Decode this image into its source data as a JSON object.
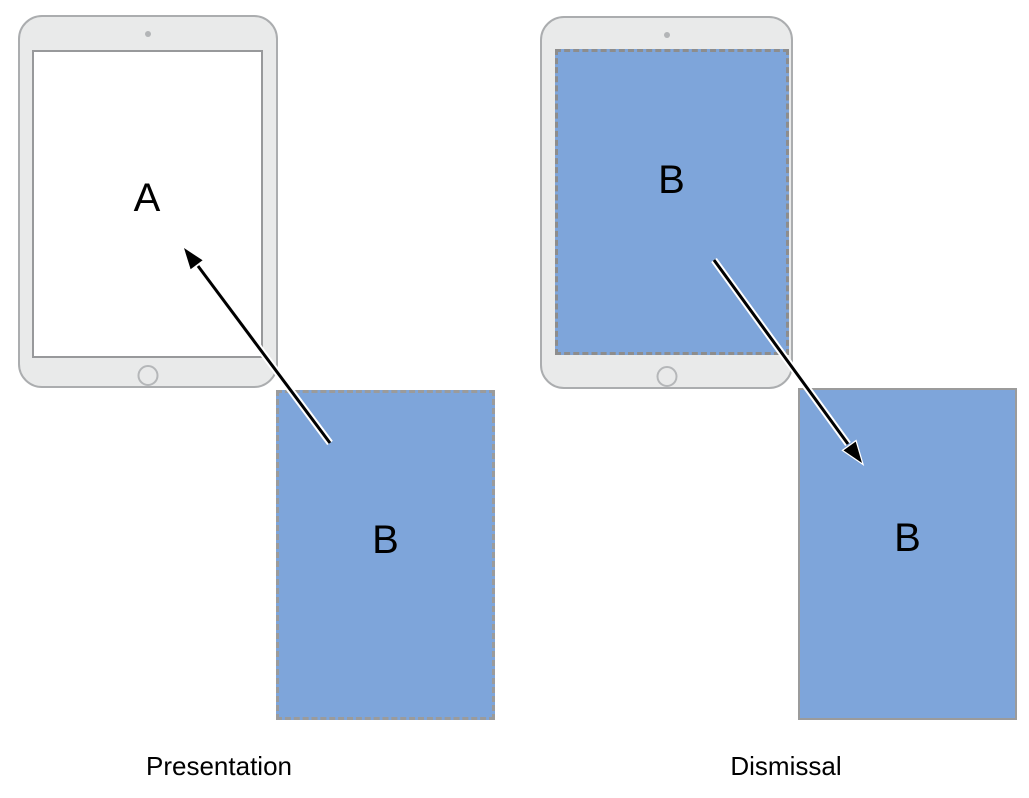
{
  "figures": {
    "presentation": {
      "caption": "Presentation",
      "screen_view_label": "A",
      "presented_view_label": "B"
    },
    "dismissal": {
      "caption": "Dismissal",
      "screen_view_label": "B",
      "dismissed_view_label": "B"
    }
  },
  "icons": {
    "camera": "front-camera-dot",
    "home": "home-button-circle",
    "presentation_arrow": "arrow-up-left-into-screen",
    "dismissal_arrow": "arrow-down-right-out-of-screen"
  },
  "colors": {
    "view_blue": "#7EA5DA",
    "device_body": "#E9EAEA",
    "device_border": "#ABADAF",
    "screen_border": "#98999B",
    "screen_dashed_border": "#8D8D8D",
    "dashed_border": "#9B9B9B",
    "solid_view_border": "#9B9B9B",
    "camera_dot": "#B3B5B7",
    "home_border": "#B5B7B9",
    "arrow_color": "#000000"
  }
}
